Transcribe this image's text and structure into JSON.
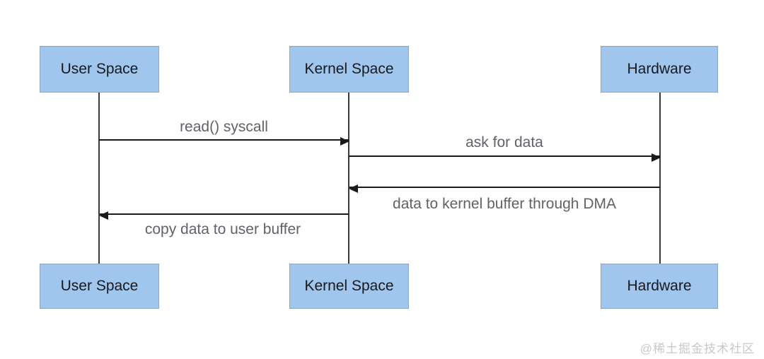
{
  "diagram": {
    "type": "sequence-diagram",
    "actors": [
      {
        "id": "user-space",
        "label": "User Space"
      },
      {
        "id": "kernel-space",
        "label": "Kernel Space"
      },
      {
        "id": "hardware",
        "label": "Hardware"
      }
    ],
    "messages": [
      {
        "label": "read() syscall",
        "from": "user-space",
        "to": "kernel-space",
        "direction": "right"
      },
      {
        "label": "ask for data",
        "from": "kernel-space",
        "to": "hardware",
        "direction": "right"
      },
      {
        "label": "data to kernel buffer through DMA",
        "from": "hardware",
        "to": "kernel-space",
        "direction": "left"
      },
      {
        "label": "copy data to user buffer",
        "from": "kernel-space",
        "to": "user-space",
        "direction": "left"
      }
    ],
    "colors": {
      "box_fill": "#a0c6ee",
      "box_border": "#8fa8c2",
      "box_text": "#16181d",
      "arrow": "#1a1a1a",
      "message_label": "#5f6368",
      "watermark": "#c6c9cc",
      "background": "#ffffff"
    },
    "watermark": "@稀土掘金技术社区"
  }
}
